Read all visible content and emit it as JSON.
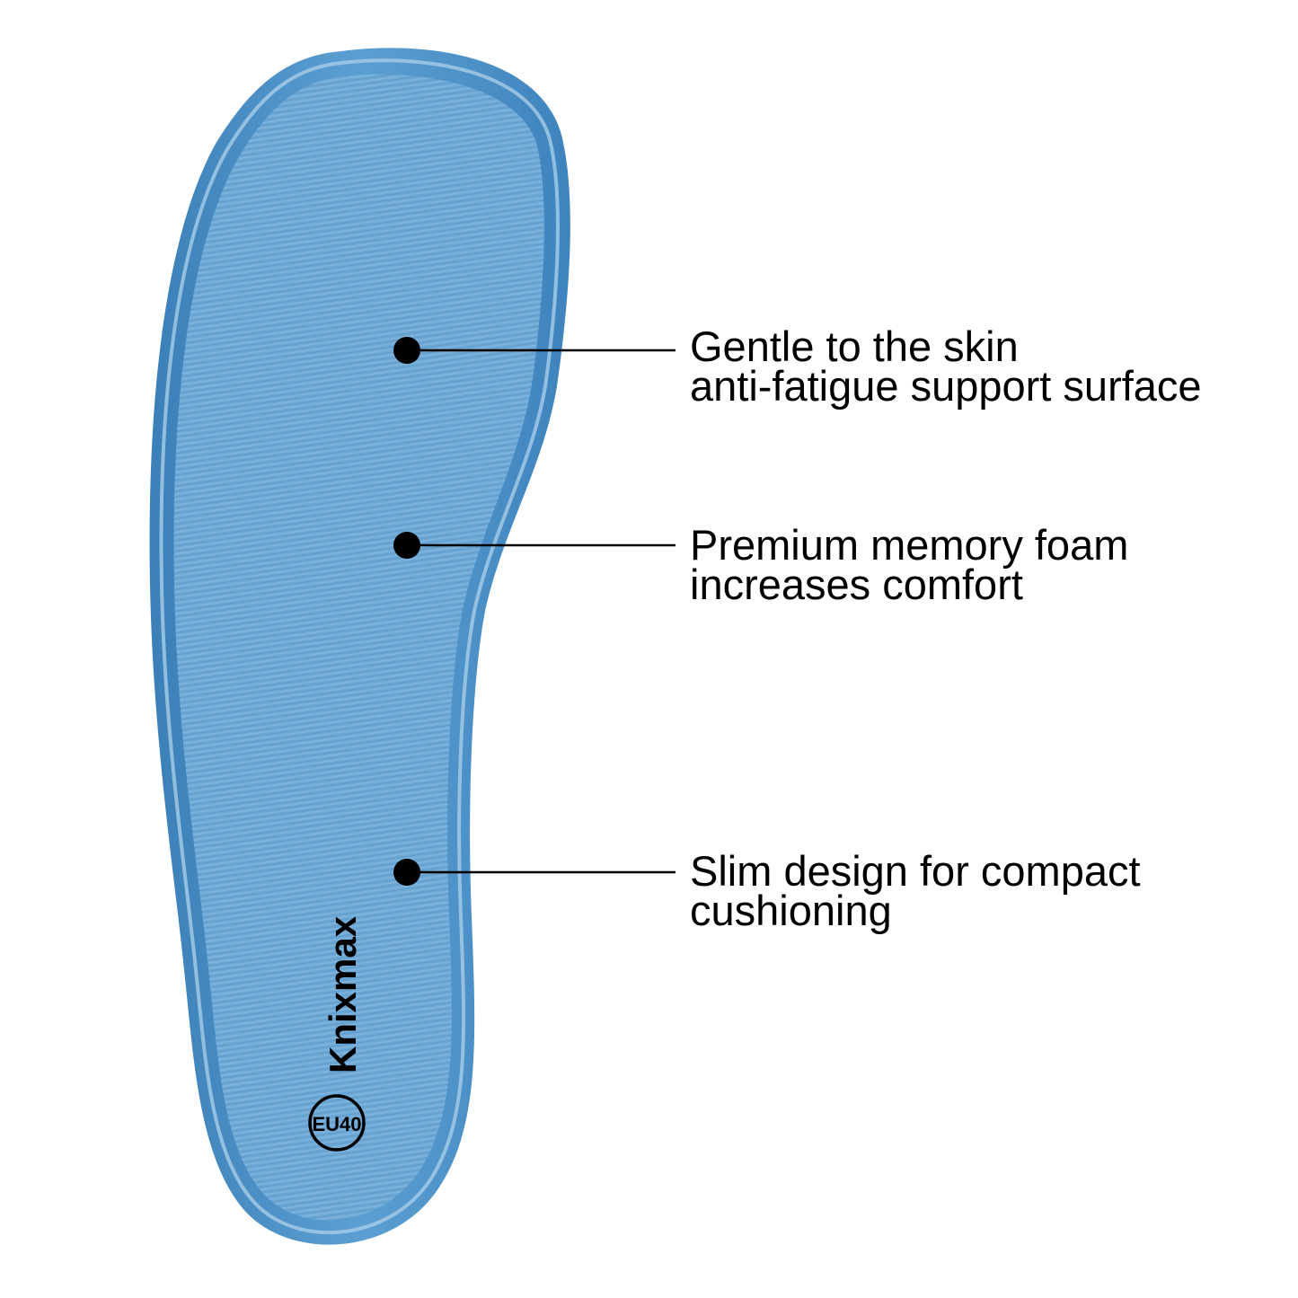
{
  "product": {
    "brand": "Knixmax",
    "size_badge": "EU40",
    "colors": {
      "insole_main": "#6fa9d6",
      "insole_edge": "#3f86c0",
      "insole_rim": "#a9cfe8",
      "callout": "#000000"
    }
  },
  "callouts": [
    {
      "line1": "Gentle to the skin",
      "line2": "anti-fatigue support surface"
    },
    {
      "line1": "Premium memory foam",
      "line2": "increases comfort"
    },
    {
      "line1": "Slim design for compact",
      "line2": "cushioning"
    }
  ]
}
